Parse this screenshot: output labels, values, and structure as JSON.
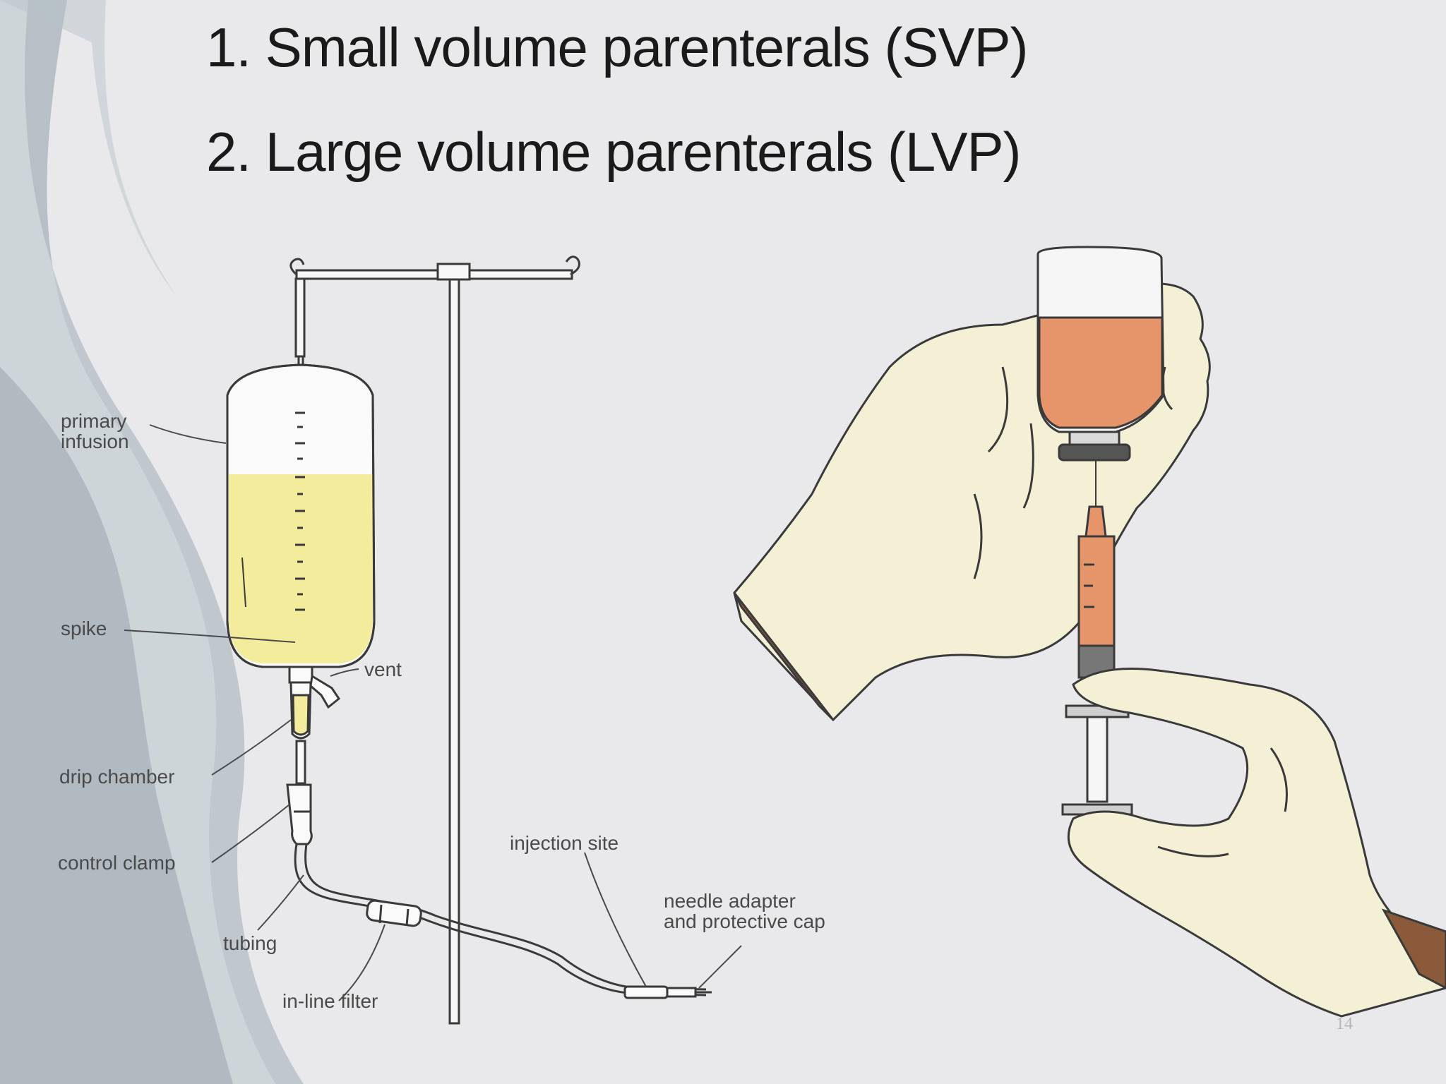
{
  "slide": {
    "headings": [
      "1. Small volume parenterals (SVP)",
      "2. Large volume parenterals (LVP)"
    ],
    "page_number": "14"
  },
  "iv_diagram": {
    "labels": {
      "primary_infusion_line1": "primary",
      "primary_infusion_line2": "infusion",
      "spike": "spike",
      "vent": "vent",
      "drip_chamber": "drip chamber",
      "control_clamp": "control clamp",
      "tubing": "tubing",
      "inline_filter": "in-line filter",
      "injection_site": "injection site",
      "needle_adapter_line1": "needle adapter",
      "needle_adapter_line2": "and protective cap"
    }
  },
  "colors": {
    "background": "#e9e9eb",
    "fluid_yellow": "#f2ec9c",
    "vial_fluid": "#e6956a",
    "glove": "#f3f0d6",
    "heading_text": "#1a1a1a"
  }
}
